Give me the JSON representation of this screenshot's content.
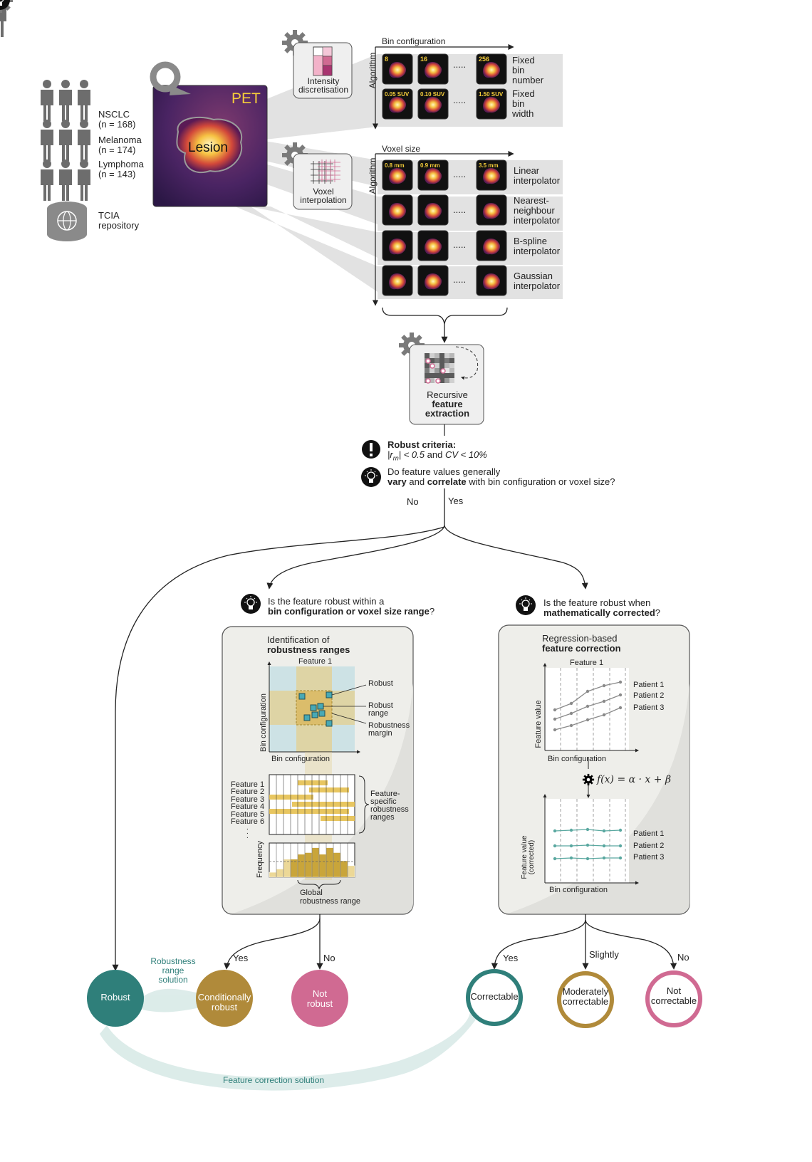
{
  "cohorts": {
    "items": [
      {
        "name": "NSCLC",
        "n": "(n = 168)"
      },
      {
        "name": "Melanoma",
        "n": "(n = 174)"
      },
      {
        "name": "Lymphoma",
        "n": "(n = 143)"
      }
    ],
    "repository": "TCIA\nrepository"
  },
  "pet": {
    "modality": "PET",
    "lesion": "Lesion"
  },
  "discretisation": {
    "tool_label": "Intensity\ndiscretisation",
    "axis_x": "Bin configuration",
    "axis_y": "Algorithm",
    "rows": [
      {
        "label": "Fixed\nbin\nnumber",
        "tags": [
          "8",
          "16",
          "256"
        ]
      },
      {
        "label": "Fixed\nbin\nwidth",
        "tags": [
          "0.05 SUV",
          "0.10 SUV",
          "1.50 SUV"
        ]
      }
    ],
    "ellipsis": "....."
  },
  "interpolation": {
    "tool_label": "Voxel\ninterpolation",
    "axis_x": "Voxel size",
    "axis_y": "Algorithm",
    "tags": [
      "0.8 mm",
      "0.9 mm",
      "3.5 mm"
    ],
    "rows": [
      "Linear\ninterpolator",
      "Nearest-\nneighbour\ninterpolator",
      "B-spline\ninterpolator",
      "Gaussian\ninterpolator"
    ],
    "ellipsis": "....."
  },
  "extraction": {
    "line1": "Recursive",
    "line2": "feature",
    "line3": "extraction"
  },
  "criteria": {
    "title": "Robust criteria:",
    "expr1": "|r",
    "sub": "rn",
    "expr2": "| < 0.5",
    "and": "and",
    "expr3": "CV < 10%"
  },
  "question1": {
    "line1": "Do feature values generally",
    "bold1": "vary",
    "mid": "and",
    "bold2": "correlate",
    "rest": "with bin configuration or voxel size?"
  },
  "branch1": {
    "no": "No",
    "yes": "Yes"
  },
  "question_left": {
    "line1": "Is the feature robust within a",
    "bold": "bin configuration or voxel size range",
    "end": "?"
  },
  "question_right": {
    "line1": "Is the feature robust when",
    "bold": "mathematically corrected",
    "end": "?"
  },
  "robust_panel": {
    "title1": "Identification of",
    "title2": "robustness ranges",
    "feature_title": "Feature 1",
    "axis_x": "Bin configuration",
    "axis_y": "Bin configuration",
    "legend": [
      "Robust",
      "Robust\nrange",
      "Robustness\nmargin"
    ],
    "features": [
      "Feature 1",
      "Feature 2",
      "Feature 3",
      "Feature 4",
      "Feature 5",
      "Feature 6"
    ],
    "dots": ".\n.\n.",
    "specific": "Feature-\nspecific\nrobustness\nranges",
    "freq": "Frequency",
    "global": "Global\nrobustness range"
  },
  "correction_panel": {
    "title1": "Regression-based",
    "title2": "feature correction",
    "feature_title": "Feature 1",
    "axis_x": "Bin configuration",
    "axis_y": "Feature value",
    "axis_y2a": "Feature value",
    "axis_y2b": "(corrected)",
    "patients": [
      "Patient 1",
      "Patient 2",
      "Patient 3"
    ],
    "formula": "f(x) = α · x + β"
  },
  "outcomes": {
    "robust": "Robust",
    "conditional": "Conditionally\nrobust",
    "not_robust": "Not\nrobust",
    "correctable": "Correctable",
    "moderate": "Moderately\ncorrectable",
    "not_correctable": "Not\ncorrectable",
    "yes": "Yes",
    "no": "No",
    "slightly": "Slightly",
    "range_solution": "Robustness\nrange\nsolution",
    "correction_solution": "Feature correction solution"
  },
  "colors": {
    "teal": "#2f7f7a",
    "gold": "#b08a3a",
    "pink": "#d06a92",
    "panel": "#eeeeea",
    "band": "#dddddd"
  }
}
